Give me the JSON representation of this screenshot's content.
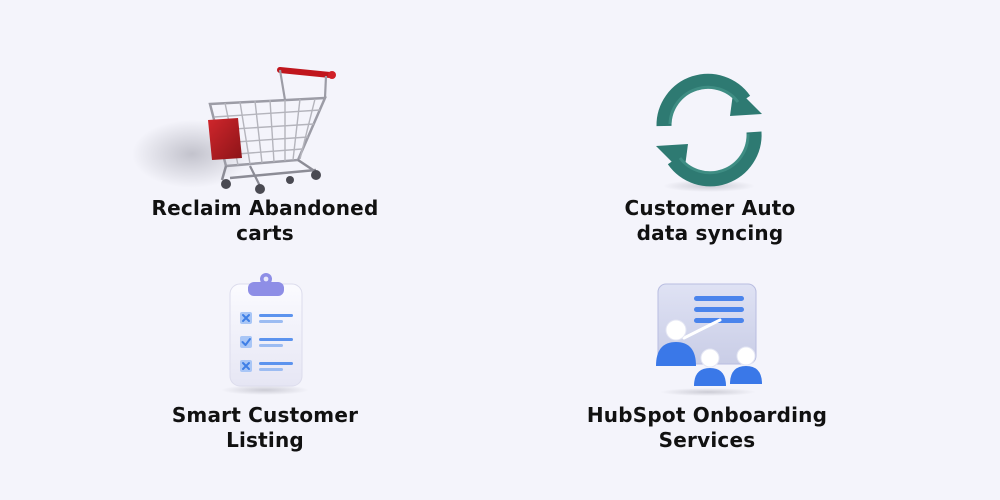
{
  "colors": {
    "background": "#f4f4fb",
    "text": "#111111",
    "sync_teal": "#2e7a72",
    "cart_red": "#b01c22",
    "clipboard_purple": "#8e8ee6",
    "check_blue": "#4e8cf0",
    "presentation_blue": "#3a78e8"
  },
  "features": [
    {
      "icon": "shopping-cart-icon",
      "title_lines": [
        "Reclaim Abandoned",
        "carts"
      ]
    },
    {
      "icon": "sync-arrows-icon",
      "title_lines": [
        "Customer Auto",
        "data syncing"
      ]
    },
    {
      "icon": "clipboard-checklist-icon",
      "title_lines": [
        "Smart Customer",
        "Listing"
      ]
    },
    {
      "icon": "presentation-icon",
      "title_lines": [
        "HubSpot Onboarding",
        "Services"
      ]
    }
  ]
}
